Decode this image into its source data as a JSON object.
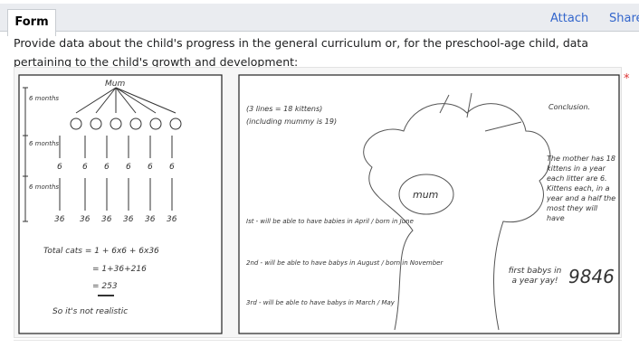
{
  "tabs": {
    "form": "Form",
    "attach": "Attach",
    "share": "Share"
  },
  "question": "Provide data about the child's progress in the general curriculum or, for the preschool-age child, data pertaining to the child's growth and development:",
  "required_marker": "*",
  "sketch_left": {
    "root": "Mum",
    "row_labels": [
      "6 months",
      "6 months",
      "6 months"
    ],
    "row2": [
      "6",
      "6",
      "6",
      "6",
      "6",
      "6"
    ],
    "row3": [
      "36",
      "36",
      "36",
      "36",
      "36",
      "36"
    ],
    "eq1": "Total cats = 1 + 6x6 + 6x36",
    "eq2": "= 1+36+216",
    "eq3": "= 253",
    "conclusion": "So it's not realistic"
  },
  "sketch_right": {
    "note1": "(3 lines = 18 kittens)",
    "note2": "(including mummy is 19)",
    "line1": "Ist - will be able to have babies in April / born in June",
    "line2": "2nd - will be able to have babys in August / born in November",
    "line3": "3rd - will be able to have babys in March / May",
    "tree_center": "mum",
    "conclusion_title": "Conclusion.",
    "conclusion_text": "The mother has 18 kittens in a year each litter are 6. Kittens each, in a year and a half the most they will have",
    "big_number": "9846",
    "first_babys": "first babys in a year yay!"
  }
}
